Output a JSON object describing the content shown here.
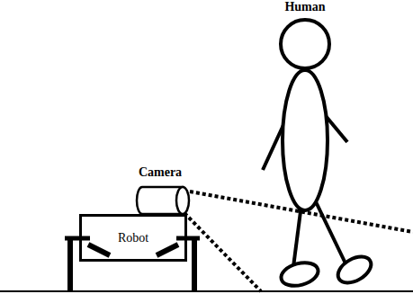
{
  "diagram": {
    "nodes": [
      {
        "text": [
          "Robot"
        ]
      }
    ],
    "labels": [
      "Human",
      "Camera"
    ]
  }
}
